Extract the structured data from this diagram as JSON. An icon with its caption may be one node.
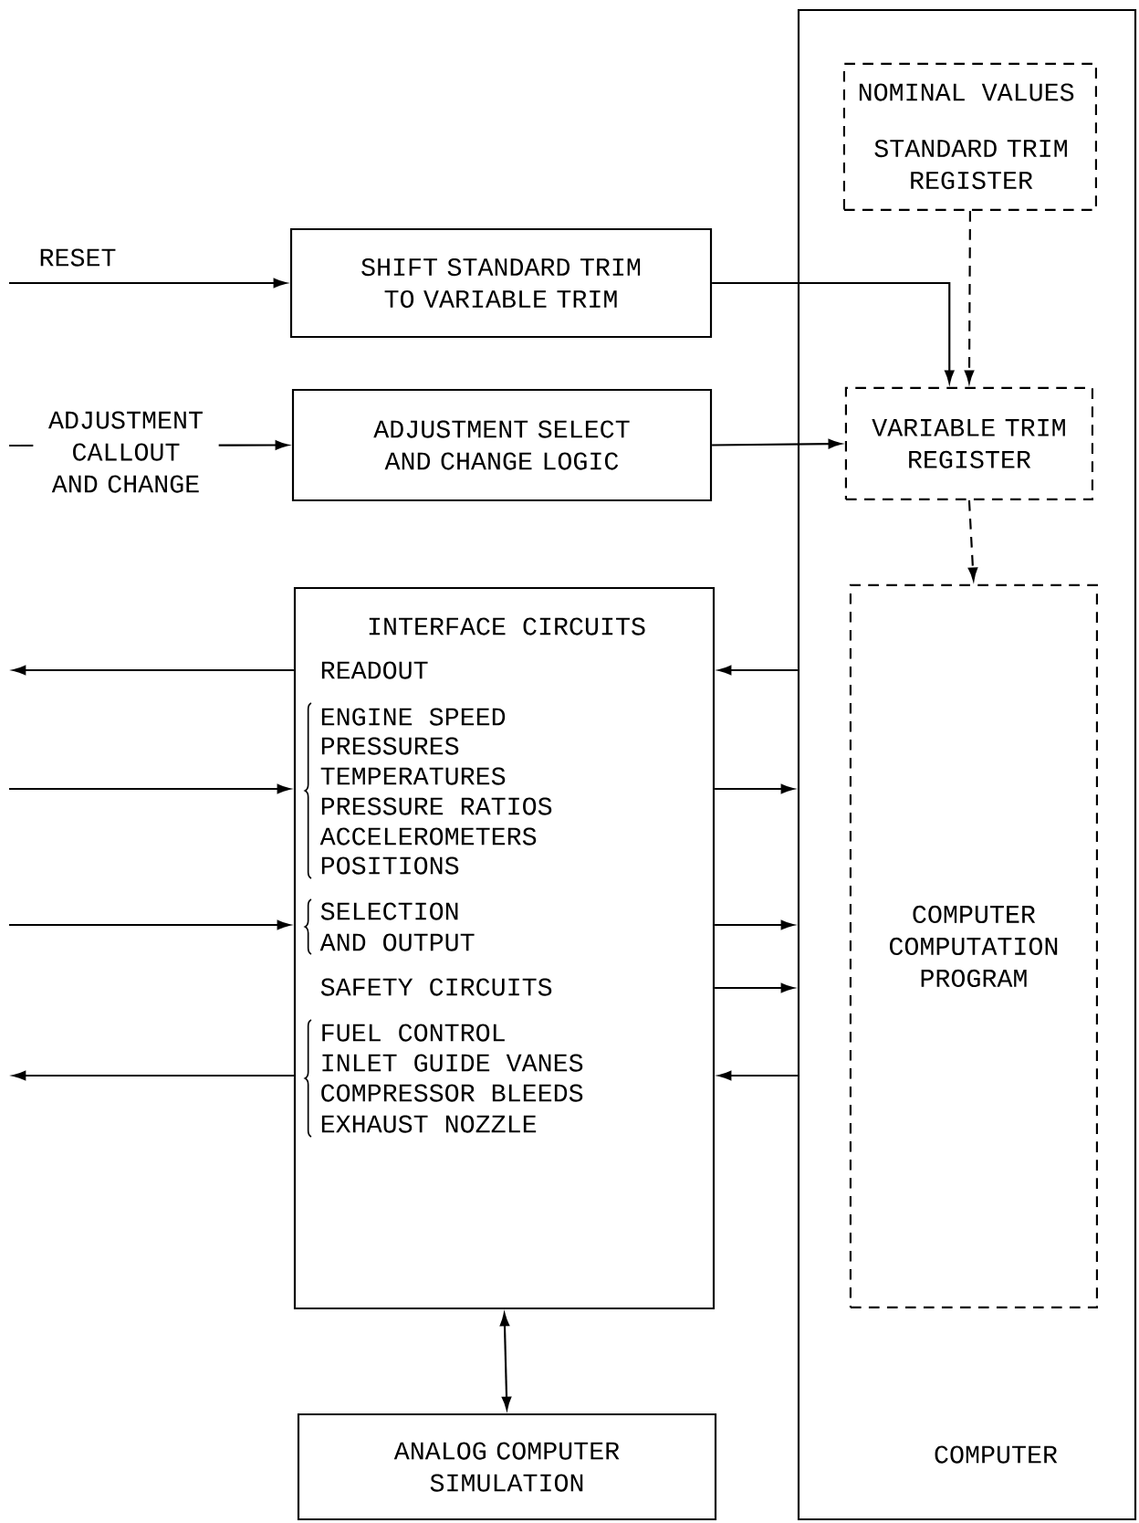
{
  "diagram": {
    "nodes": [
      {
        "text": [
          "COMPUTER"
        ]
      },
      {
        "text": [
          "NOMINAL VALUES",
          "STANDARD TRIM REGISTER"
        ],
        "in": 0
      },
      {
        "text": [
          "SHIFT STANDARD TRIM TO VARIABLE TRIM"
        ]
      },
      {
        "text": [
          "ADJUSTMENT SELECT AND CHANGE LOGIC"
        ]
      },
      {
        "text": [
          "VARIABLE TRIM REGISTER"
        ],
        "in": 0
      },
      {
        "text": [
          "INTERFACE CIRCUITS",
          "READOUT",
          "ENGINE SPEED",
          "PRESSURES",
          "TEMPERATURES",
          "PRESSURE RATIOS",
          "ACCELEROMETERS",
          "POSITIONS",
          "SELECTION",
          "AND OUTPUT",
          "SAFETY CIRCUITS",
          "FUEL CONTROL",
          "INLET GUIDE VANES",
          "COMPRESSOR BLEEDS",
          "EXHAUST NOZZLE"
        ]
      },
      {
        "text": [
          "COMPUTER COMPUTATION PROGRAM"
        ],
        "in": 0
      },
      {
        "text": [
          "ANALOG COMPUTER SIMULATION"
        ]
      }
    ],
    "edges": [
      {
        "from": null,
        "to": 2,
        "arrow": "to",
        "label": "RESET"
      },
      {
        "from": null,
        "to": 3,
        "arrow": "to",
        "label": "ADJUSTMENT CALLOUT AND CHANGE"
      },
      {
        "from": 2,
        "to": 4,
        "arrow": "to"
      },
      {
        "from": 1,
        "to": 4,
        "arrow": "to",
        "style": "dashed"
      },
      {
        "from": 3,
        "to": 4,
        "arrow": "to"
      },
      {
        "from": 4,
        "to": 6,
        "arrow": "to",
        "style": "dashed"
      },
      {
        "from": 5,
        "to": null,
        "arrow": "to"
      },
      {
        "from": 0,
        "to": 5,
        "arrow": "to"
      },
      {
        "from": null,
        "to": 5,
        "arrow": "to"
      },
      {
        "from": 5,
        "to": 0,
        "arrow": "to"
      },
      {
        "from": null,
        "to": 5,
        "arrow": "to"
      },
      {
        "from": 5,
        "to": 0,
        "arrow": "to"
      },
      {
        "from": 5,
        "to": 0,
        "arrow": "to"
      },
      {
        "from": 5,
        "to": null,
        "arrow": "to"
      },
      {
        "from": 0,
        "to": 5,
        "arrow": "to"
      },
      {
        "from": 5,
        "to": 7,
        "arrow": "both"
      }
    ]
  }
}
